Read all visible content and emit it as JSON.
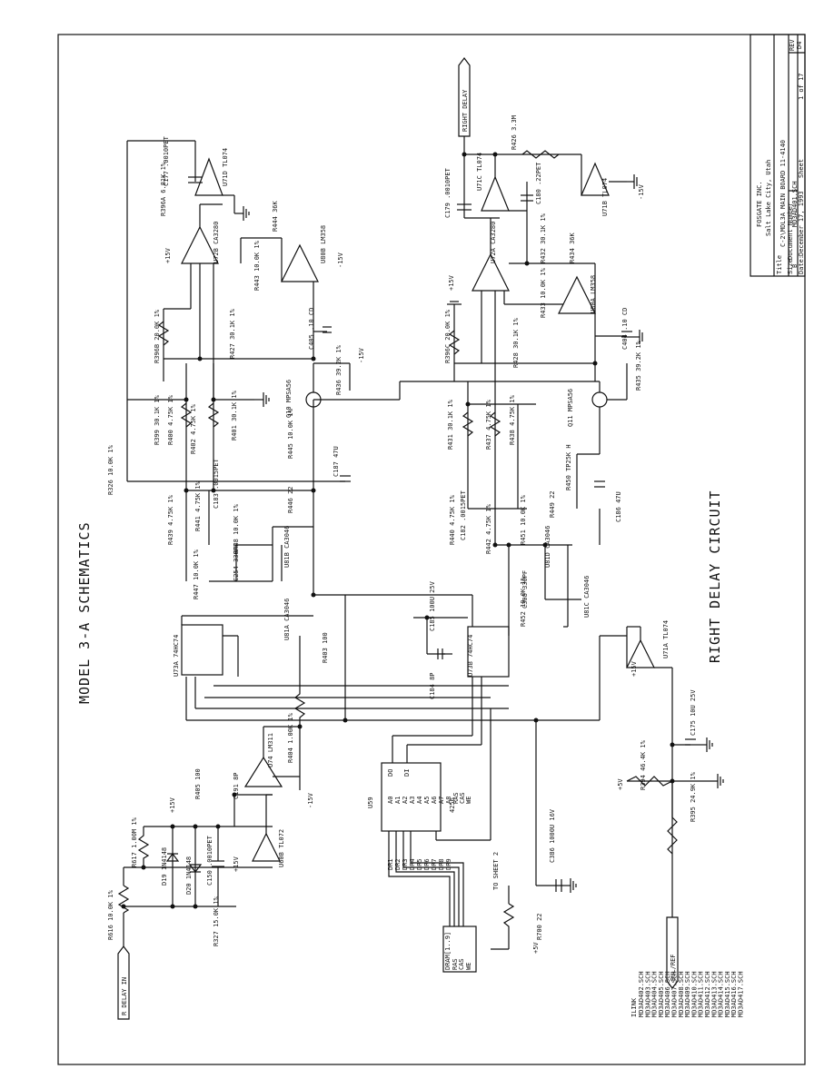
{
  "page_title": "MODEL 3-A SCHEMATICS",
  "circuit_title": "RIGHT DELAY CIRCUIT",
  "title_block": {
    "company": "FOSGATE INC.",
    "city": "Salt Lake City, Utah",
    "title_label": "Title",
    "title": "C-2\\MDL3A MAIN BOARD 11-4140",
    "size_label": "Size",
    "size": "B",
    "docnum_label": "Document Number",
    "docnum": "MD3AD401.SCH",
    "rev_label": "REV",
    "rev": "D4",
    "date_label": "Date:",
    "date": "December 17, 1993",
    "sheet_label": "Sheet",
    "sheet": "1 of 17"
  },
  "signals": {
    "r_delay_in": "R DELAY IN",
    "right_delay": "RIGHT DELAY",
    "bul_ref": "BUL/REF",
    "to_sheet_2": "TO SHEET 2",
    "dram_bus": "DRAM[1..9]",
    "ras": "RAS",
    "cas": "CAS",
    "we": "WE",
    "dram_pins": [
      "DR1",
      "DR2",
      "DR3",
      "DR4",
      "DR5",
      "DR6",
      "DR7",
      "DR8",
      "DR9"
    ]
  },
  "file_list": {
    "heading": "ILINK",
    "items": [
      "MD3AD402.SCH",
      "MD3AD403.SCH",
      "MD3AD404.SCH",
      "MD3AD405.SCH",
      "MD3AD406.SCH",
      "MD3AD407.SCH",
      "MD3AD408.SCH",
      "MD3AD409.SCH",
      "MD3AD410.SCH",
      "MD3AD411.SCH",
      "MD3AD412.SCH",
      "MD3AD413.SCH",
      "MD3AD414.SCH",
      "MD3AD415.SCH",
      "MD3AD416.SCH",
      "MD3AD417.SCH"
    ]
  },
  "components": {
    "r616": "R616 10.0K 1%",
    "r617": "R617 1.00M 1%",
    "r327": "R327 15.0K 1%",
    "d19": "D19 1N4148",
    "d20": "D20 1N4148",
    "c150": "C150 .0010PET",
    "u60b": "U60B TL072",
    "c191": "C191 8P",
    "r405": "R405 100",
    "u74": "U74 LM311",
    "r404": "R404 1.00K 1%",
    "u73a": "U73A 74HC74",
    "u59": "U59",
    "u59_part": "4256",
    "u59_pins": [
      "A0",
      "A1",
      "A2",
      "A3",
      "A4",
      "A5",
      "A6",
      "A7",
      "A8",
      "RAS",
      "CAS",
      "WE",
      "DO",
      "DI"
    ],
    "u73b": "U73B 74HC74",
    "c184": "C184 8P",
    "c185": "C185 100U 25V",
    "r403": "R403 100",
    "u81a": "U81A CA3046",
    "r447": "R447 10.0K 1%",
    "c254": "C254 330PF",
    "r448": "R448 10.0K 1%",
    "u81b": "U81B CA3046",
    "r439": "R439 4.75K 1%",
    "r441": "R441 4.75K 1%",
    "c183": "C183 .0015PET",
    "r446": "R446 22",
    "c187": "C187 47U",
    "r326": "R326 10.0K 1%",
    "r399": "R399 30.1K 1%",
    "r400": "R400 4.75K 1%",
    "r402": "R402 4.75K 1%",
    "r401": "R401 30.1K 1%",
    "r445": "R445 10.0K 1%",
    "q10": "Q10 MPSA56",
    "r436": "R436 39.2K 1%",
    "r396b": "R396B 20.0K 1%",
    "r427": "R427 30.1K 1%",
    "u72b": "U72B CA3280",
    "u80b": "U80B LM358",
    "r443": "R443 10.0K 1%",
    "r444": "R444 36K",
    "c405": "C405 .10 CD",
    "r396a": "R396A 6.81K 1%",
    "c177": "C177 .0010PET",
    "u71d": "U71D TL074",
    "r431": "R431 30.1K 1%",
    "r437": "R437 4.75K 1%",
    "r438": "R438 4.75K 1%",
    "c182": "C182 .0015PET",
    "r440": "R440 4.75K 1%",
    "r442": "R442 4.75K 1%",
    "r451": "R451 10.0K 1%",
    "c308": "C308 330PF",
    "u81d": "U81D CA3046",
    "u81c": "U81C CA3046",
    "r452": "R452 10.0K 1%",
    "r449": "R449 22",
    "c186": "C186 47U",
    "r450": "R450 TP25K H",
    "q11": "Q11 MPSA56",
    "r435": "R435 39.2K 1%",
    "r396c": "R396C 20.0K 1%",
    "r428": "R428 30.1K 1%",
    "u72a": "U72A CA3280",
    "r433": "R433 10.0K 1%",
    "r432": "R432 30.1K 1%",
    "r434": "R434 36K",
    "u80a": "U80A LM358",
    "c404": "C404 .10 CD",
    "c179": "C179 .0010PET",
    "u71c": "U71C TL074",
    "c180": "C180 .22PET",
    "r426": "R426 3.3M",
    "u71b": "U71B TL074",
    "u71a": "U71A TL074",
    "c175": "C175 10U 25V",
    "r394": "R394 46.4K 1%",
    "r395": "R395 24.9K 1%",
    "r700": "R700 22",
    "c386": "C386 1000U 16V"
  },
  "rails": {
    "p15": "+15V",
    "n15": "-15V",
    "p5": "+5V"
  }
}
